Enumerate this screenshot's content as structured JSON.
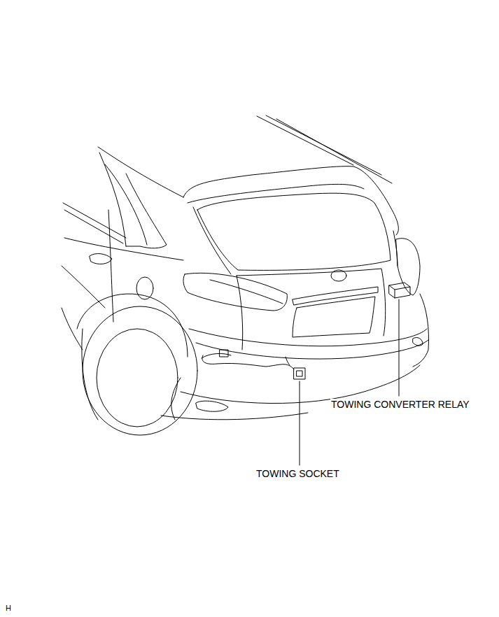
{
  "diagram": {
    "labels": [
      "TOWING CONVERTER RELAY",
      "TOWING SOCKET",
      "H"
    ]
  }
}
